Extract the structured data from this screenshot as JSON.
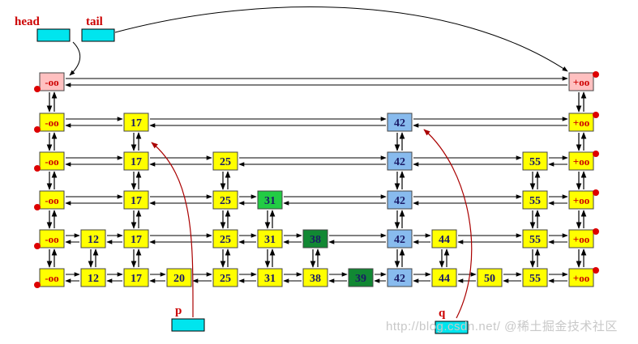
{
  "labels": {
    "head": "head",
    "tail": "tail",
    "p": "p",
    "q": "q"
  },
  "sentinels": {
    "neg_inf": "-oo",
    "pos_inf": "+oo"
  },
  "levels": [
    {
      "level": 5,
      "keys": []
    },
    {
      "level": 4,
      "keys": [
        "17",
        "42"
      ]
    },
    {
      "level": 3,
      "keys": [
        "17",
        "25",
        "42",
        "55"
      ]
    },
    {
      "level": 2,
      "keys": [
        "17",
        "25",
        "31",
        "42",
        "55"
      ]
    },
    {
      "level": 1,
      "keys": [
        "12",
        "17",
        "25",
        "31",
        "38",
        "42",
        "44",
        "55"
      ]
    },
    {
      "level": 0,
      "keys": [
        "12",
        "17",
        "20",
        "25",
        "31",
        "38",
        "39",
        "42",
        "44",
        "50",
        "55"
      ]
    }
  ],
  "colors": {
    "node_default": "#ffff00",
    "node_sentinel_top": "#ffc0c0",
    "node_highlight_42": "#88bbee",
    "node_inserted_31": "#22cc44",
    "node_inserted_38_39": "#118833",
    "pointer_box": "#00e5ee",
    "label_red": "#cc0000",
    "arrow": "#000000"
  },
  "watermark": "http://blog.csdn.net/  @稀土掘金技术社区"
}
